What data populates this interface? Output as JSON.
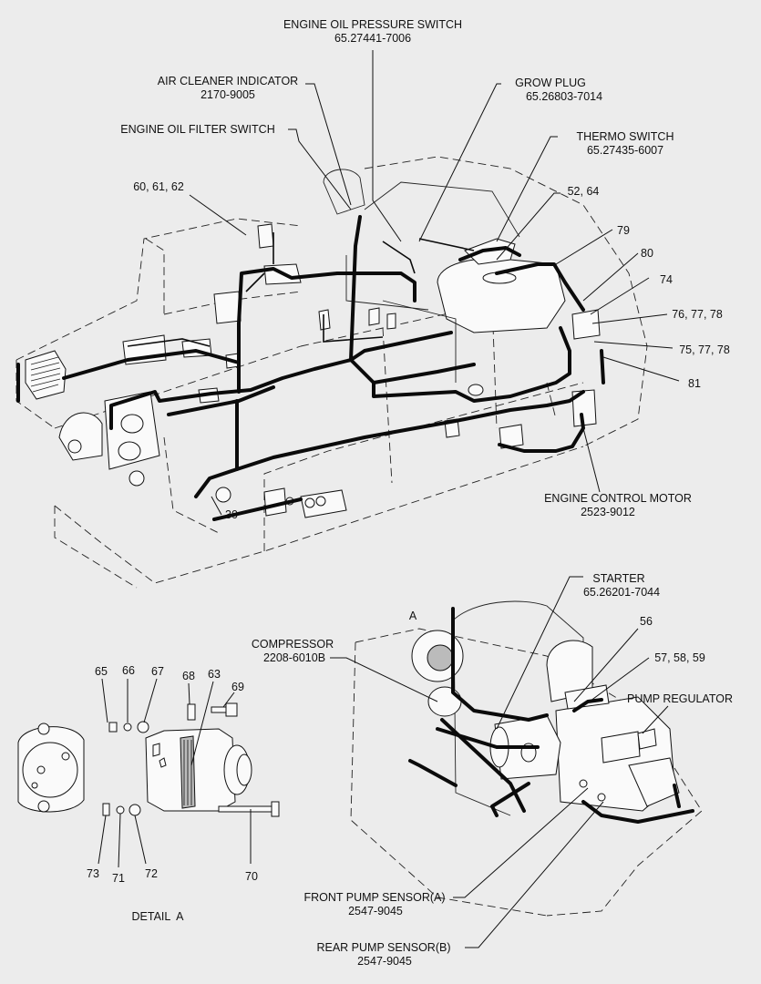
{
  "components": {
    "engine_oil_pressure_switch": {
      "name": "ENGINE OIL PRESSURE SWITCH",
      "part_no": "65.27441-7006"
    },
    "air_cleaner_indicator": {
      "name": "AIR CLEANER INDICATOR",
      "part_no": "2170-9005"
    },
    "grow_plug": {
      "name": "GROW PLUG",
      "part_no": "65.26803-7014"
    },
    "engine_oil_filter_switch": {
      "name": "ENGINE OIL FILTER SWITCH"
    },
    "thermo_switch": {
      "name": "THERMO SWITCH",
      "part_no": "65.27435-6007"
    },
    "engine_control_motor": {
      "name": "ENGINE CONTROL MOTOR",
      "part_no": "2523-9012"
    },
    "starter": {
      "name": "STARTER",
      "part_no": "65.26201-7044"
    },
    "compressor": {
      "name": "COMPRESSOR",
      "part_no": "2208-6010B"
    },
    "pump_regulator": {
      "name": "PUMP REGULATOR"
    },
    "front_pump_sensor": {
      "name": "FRONT PUMP SENSOR(A)",
      "part_no": "2547-9045"
    },
    "rear_pump_sensor": {
      "name": "REAR PUMP SENSOR(B)",
      "part_no": "2547-9045"
    }
  },
  "callouts": {
    "c60_61_62": "60, 61, 62",
    "c52_64": "52, 64",
    "c79": "79",
    "c80": "80",
    "c74": "74",
    "c76_77_78": "76, 77, 78",
    "c75_77_78": "75, 77, 78",
    "c81": "81",
    "c30": "30",
    "c56": "56",
    "c57_58_59": "57, 58, 59",
    "c65": "65",
    "c66": "66",
    "c67": "67",
    "c68": "68",
    "c63": "63",
    "c69": "69",
    "c73": "73",
    "c71": "71",
    "c72": "72",
    "c70": "70",
    "detail_marker": "A"
  },
  "detail": {
    "title": "DETAIL  A"
  },
  "colors": {
    "background": "#ececec",
    "ink": "#111111"
  }
}
